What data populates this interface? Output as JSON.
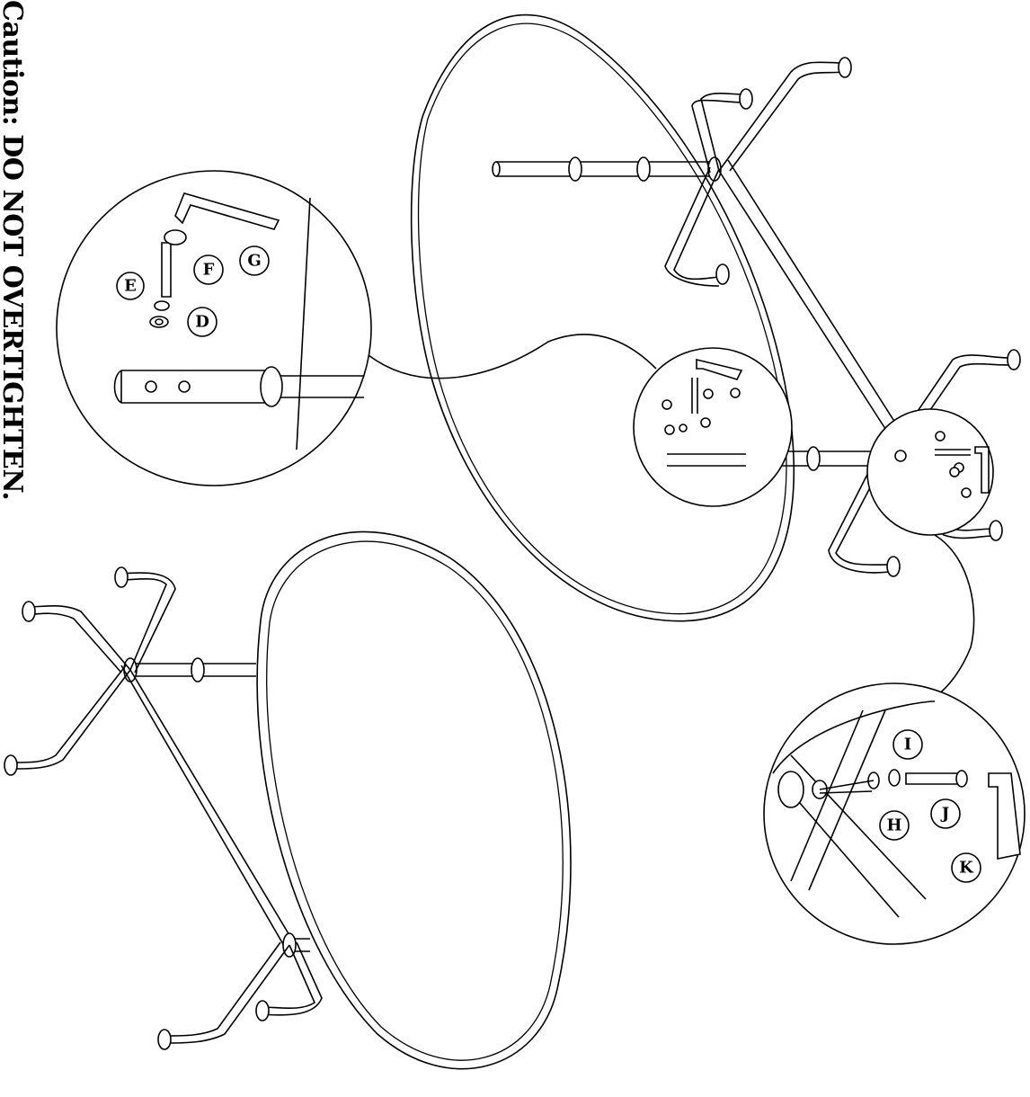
{
  "caution_text": "Caution: DO NOT OVERTIGHTEN.",
  "callouts_upper_zoom": [
    "D",
    "E",
    "F",
    "G"
  ],
  "callouts_right_zoom": [
    "H",
    "I",
    "J",
    "K"
  ]
}
